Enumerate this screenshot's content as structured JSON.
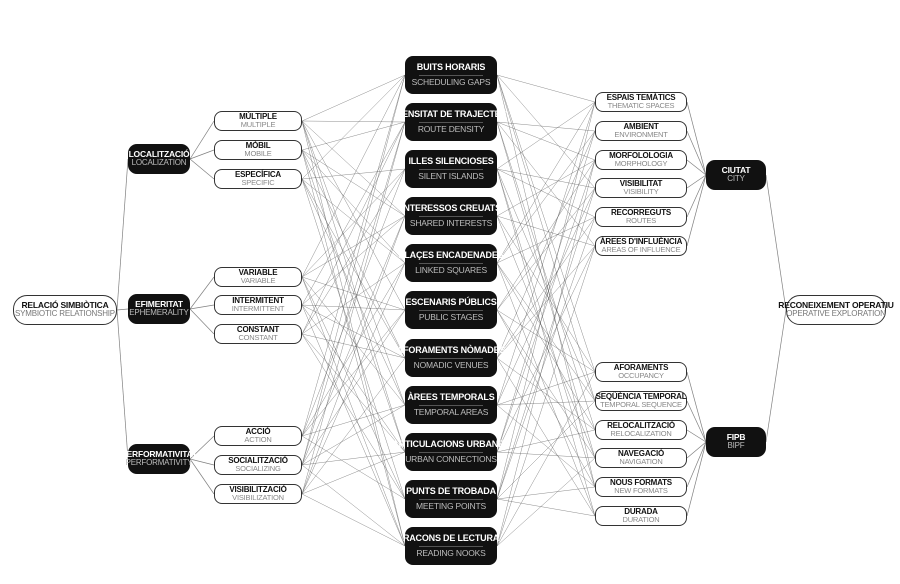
{
  "root_left": {
    "p": "RELACIÓ SIMBIÒTICA",
    "s": "SYMBIOTIC RELATIONSHIP"
  },
  "root_right": {
    "p": "RECONEIXEMENT OPERATIU",
    "s": "OPERATIVE EXPLORATION"
  },
  "categories": [
    {
      "p": "LOCALITZACIÓ",
      "s": "LOCALIZATION"
    },
    {
      "p": "EFIMERITAT",
      "s": "EPHEMERALITY"
    },
    {
      "p": "PERFORMATIVITAT",
      "s": "PERFORMATIVITY"
    }
  ],
  "attributes": [
    {
      "p": "MÚLTIPLE",
      "s": "MULTIPLE"
    },
    {
      "p": "MÒBIL",
      "s": "MOBILE"
    },
    {
      "p": "ESPECÍFICA",
      "s": "SPECIFIC"
    },
    {
      "p": "VARIABLE",
      "s": "VARIABLE"
    },
    {
      "p": "INTERMITENT",
      "s": "INTERMITTENT"
    },
    {
      "p": "CONSTANT",
      "s": "CONSTANT"
    },
    {
      "p": "ACCIÓ",
      "s": "ACTION"
    },
    {
      "p": "SOCIALITZACIÓ",
      "s": "SOCIALIZING"
    },
    {
      "p": "VISIBILITZACIÓ",
      "s": "VISIBILIZATION"
    }
  ],
  "center": [
    {
      "p": "BUITS HORARIS",
      "s": "SCHEDULING GAPS"
    },
    {
      "p": "DENSITAT DE TRAJECTES",
      "s": "ROUTE DENSITY"
    },
    {
      "p": "ILLES SILENCIOSES",
      "s": "SILENT ISLANDS"
    },
    {
      "p": "INTERESSOS CREUATS",
      "s": "SHARED INTERESTS"
    },
    {
      "p": "PLAÇES ENCADENADES",
      "s": "LINKED SQUARES"
    },
    {
      "p": "ESCENARIS PÚBLICS",
      "s": "PUBLIC STAGES"
    },
    {
      "p": "AFORAMENTS NÒMADES",
      "s": "NOMADIC VENUES"
    },
    {
      "p": "ÀREES TEMPORALS",
      "s": "TEMPORAL AREAS"
    },
    {
      "p": "ARTICULACIONS URBANES",
      "s": "URBAN CONNECTIONS"
    },
    {
      "p": "PUNTS DE TROBADA",
      "s": "MEETING POINTS"
    },
    {
      "p": "RACONS DE LECTURA",
      "s": "READING NOOKS"
    }
  ],
  "right_attributes": [
    {
      "p": "ESPAIS TEMÀTICS",
      "s": "THEMATIC SPACES"
    },
    {
      "p": "AMBIENT",
      "s": "ENVIRONMENT"
    },
    {
      "p": "MORFOLOLOGIA",
      "s": "MORPHOLOGY"
    },
    {
      "p": "VISIBILITAT",
      "s": "VISIBILITY"
    },
    {
      "p": "RECORREGUTS",
      "s": "ROUTES"
    },
    {
      "p": "ÀREES D'INFLUÈNCIA",
      "s": "AREAS OF INFLUENCE"
    },
    {
      "p": "AFORAMENTS",
      "s": "OCCUPANCY"
    },
    {
      "p": "SEQÜÈNCIA TEMPORAL",
      "s": "TEMPORAL SEQUENCE"
    },
    {
      "p": "RELOCALITZACIÓ",
      "s": "RELOCALIZATION"
    },
    {
      "p": "NAVEGACIÓ",
      "s": "NAVIGATION"
    },
    {
      "p": "NOUS FORMATS",
      "s": "NEW FORMATS"
    },
    {
      "p": "DURADA",
      "s": "DURATION"
    }
  ],
  "right_categories": [
    {
      "p": "CIUTAT",
      "s": "CITY"
    },
    {
      "p": "FIPB",
      "s": "BIPF"
    }
  ],
  "colors": {
    "dark": "#111111",
    "line": "#555555"
  }
}
